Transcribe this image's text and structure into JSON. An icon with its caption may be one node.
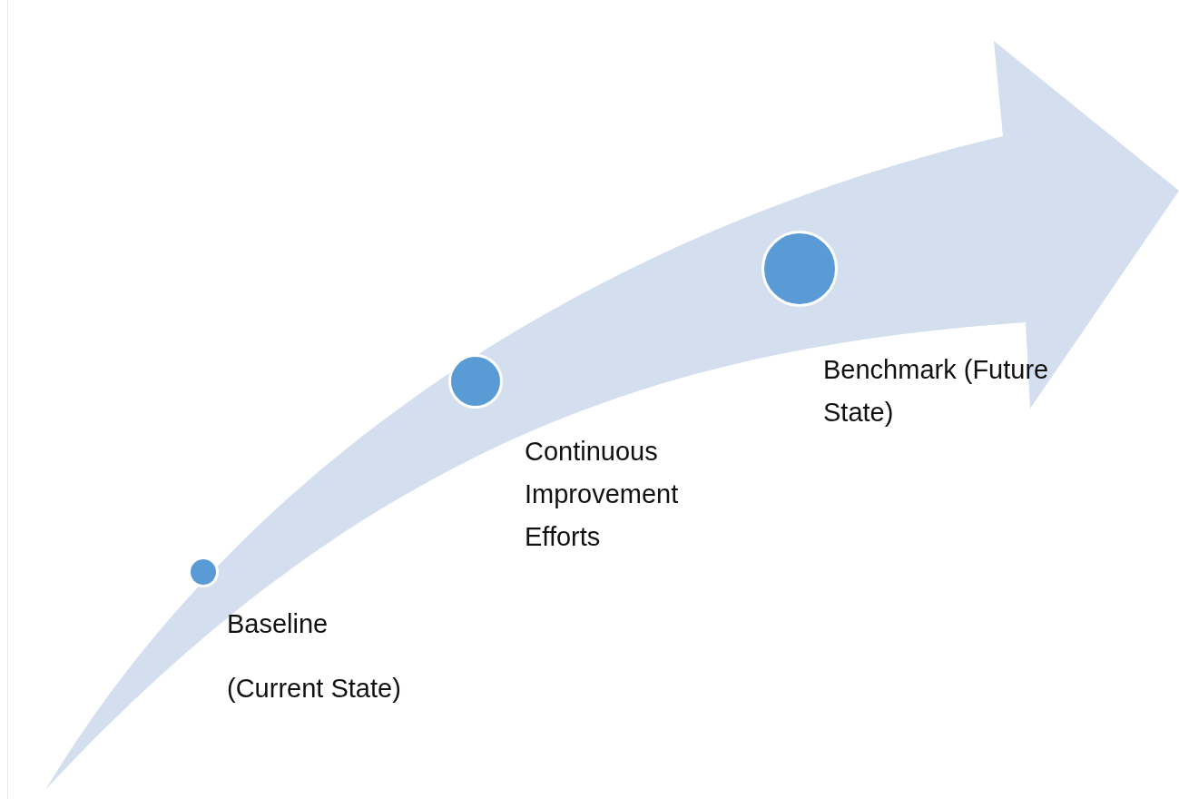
{
  "diagram": {
    "nodes": [
      {
        "text": [],
        "shape": "circle",
        "beside": [
          "Baseline",
          "(Current State)"
        ]
      },
      {
        "text": [],
        "shape": "circle",
        "beside": [
          "Continuous Improvement Efforts"
        ]
      },
      {
        "text": [],
        "shape": "circle",
        "beside": [
          "Benchmark (Future State)"
        ]
      }
    ],
    "edges": []
  }
}
